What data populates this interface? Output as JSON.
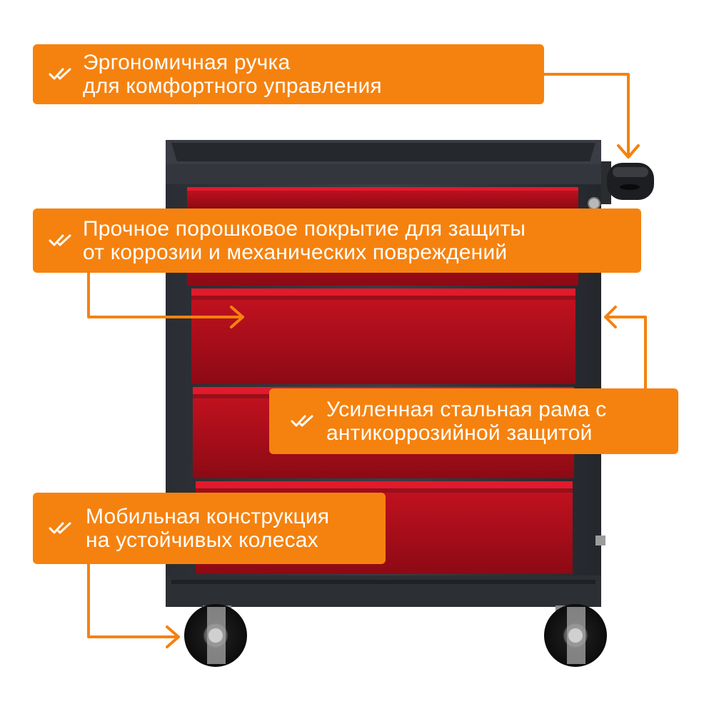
{
  "product": "tool-cabinet-red-drawers",
  "colors": {
    "accent": "#f5820f",
    "frame": "#2f3238",
    "drawer": "#b0101c",
    "drawer_dark": "#7a0a12",
    "text_on_accent": "#ffffff"
  },
  "callouts": [
    {
      "id": "handle",
      "icon": "double-check-icon",
      "line1": "Эргономичная ручка",
      "line2": "для комфортного управления"
    },
    {
      "id": "coating",
      "icon": "double-check-icon",
      "line1": "Прочное порошковое покрытие для защиты",
      "line2": "от коррозии и механических повреждений"
    },
    {
      "id": "frame",
      "icon": "double-check-icon",
      "line1": "Усиленная стальная рама с",
      "line2": "антикоррозийной защитой"
    },
    {
      "id": "wheels",
      "icon": "double-check-icon",
      "line1": "Мобильная конструкция",
      "line2": "на устойчивых колесах"
    }
  ]
}
